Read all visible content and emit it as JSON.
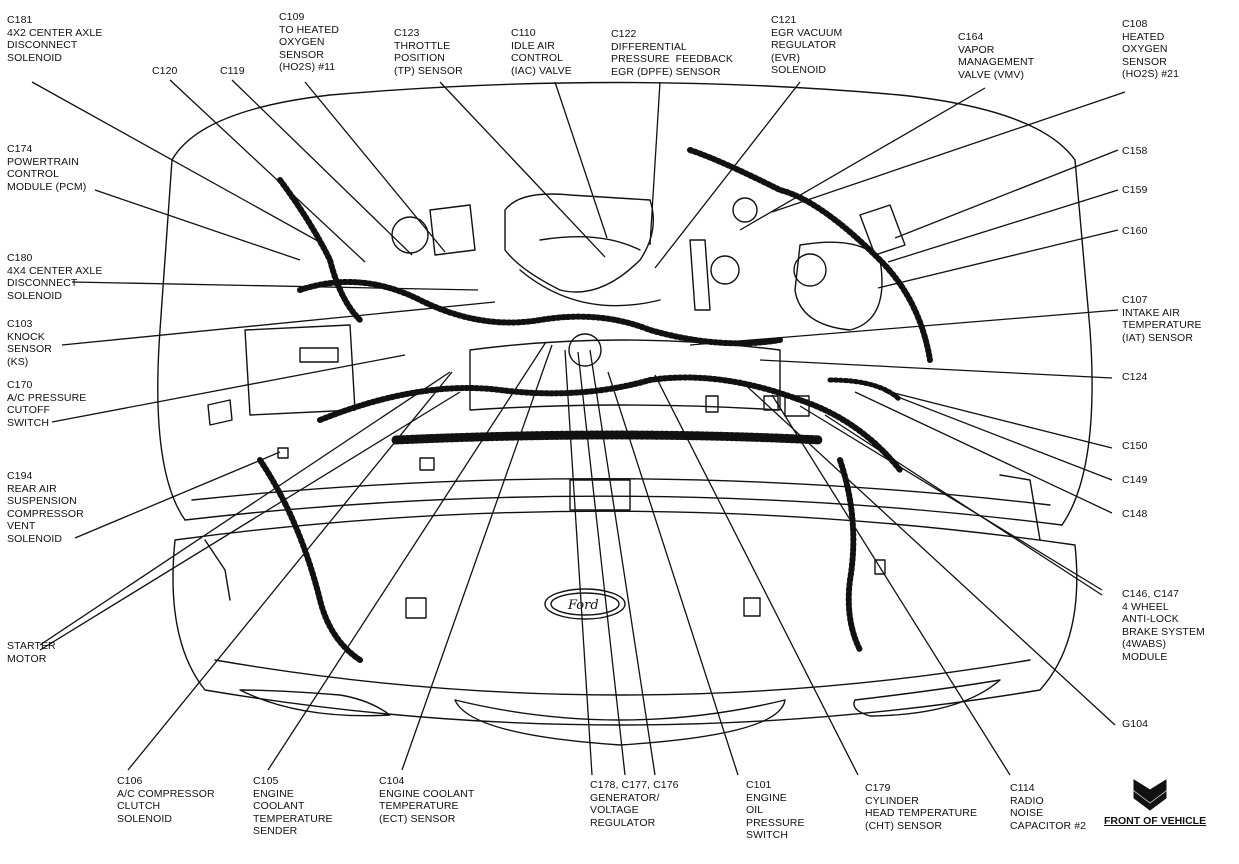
{
  "labels": {
    "c181": "C181\n4X2 CENTER AXLE\nDISCONNECT\nSOLENOID",
    "c120": "C120",
    "c119": "C119",
    "c109": "C109\nTO HEATED\nOXYGEN\nSENSOR\n(HO2S) #11",
    "c123": "C123\nTHROTTLE\nPOSITION\n(TP) SENSOR",
    "c110": "C110\nIDLE AIR\nCONTROL\n(IAC) VALVE",
    "c122": "C122\nDIFFERENTIAL\nPRESSURE  FEEDBACK\nEGR (DPFE) SENSOR",
    "c121": "C121\nEGR VACUUM\nREGULATOR\n(EVR)\nSOLENOID",
    "c164": "C164\nVAPOR\nMANAGEMENT\nVALVE (VMV)",
    "c108": "C108\nHEATED\nOXYGEN\nSENSOR\n(HO2S) #21",
    "c174": "C174\nPOWERTRAIN\nCONTROL\nMODULE (PCM)",
    "c158": "C158",
    "c159": "C159",
    "c160": "C160",
    "c180": "C180\n4X4 CENTER AXLE\nDISCONNECT\nSOLENOID",
    "c107": "C107\nINTAKE AIR\nTEMPERATURE\n(IAT) SENSOR",
    "c103": "C103\nKNOCK\nSENSOR\n(KS)",
    "c170": "C170\nA/C PRESSURE\nCUTOFF\nSWITCH",
    "c124": "C124",
    "c150": "C150",
    "c149": "C149",
    "c148": "C148",
    "c194": "C194\nREAR AIR\nSUSPENSION\nCOMPRESSOR\nVENT\nSOLENOID",
    "c146": "C146, C147\n4 WHEEL\nANTI-LOCK\nBRAKE SYSTEM\n(4WABS)\nMODULE",
    "starter": "STARTER\nMOTOR",
    "g104": "G104",
    "c106": "C106\nA/C COMPRESSOR\nCLUTCH\nSOLENOID",
    "c105": "C105\nENGINE\nCOOLANT\nTEMPERATURE\nSENDER",
    "c104": "C104\nENGINE COOLANT\nTEMPERATURE\n(ECT) SENSOR",
    "c178": "C178, C177, C176\nGENERATOR/\nVOLTAGE\nREGULATOR",
    "c101": "C101\nENGINE\nOIL\nPRESSURE\nSWITCH",
    "c179": "C179\nCYLINDER\nHEAD TEMPERATURE\n(CHT) SENSOR",
    "c114": "C114\nRADIO\nNOISE\nCAPACITOR #2",
    "front": "FRONT OF VEHICLE"
  },
  "emblem": "Ford"
}
